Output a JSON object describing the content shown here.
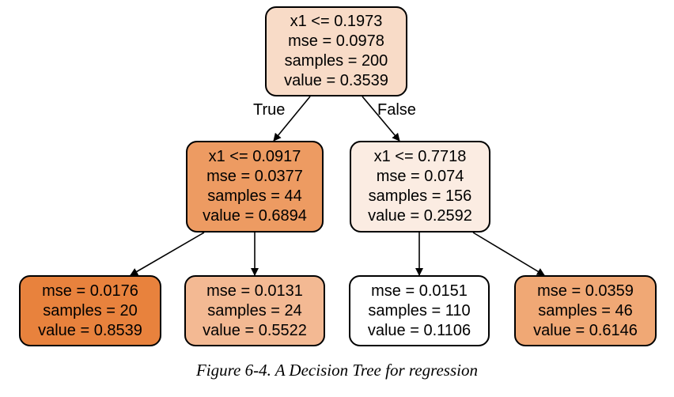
{
  "nodes": {
    "root": {
      "lines": [
        "x1 <= 0.1973",
        "mse = 0.0978",
        "samples = 200",
        "value = 0.3539"
      ],
      "fill": "#f8dbc7"
    },
    "left": {
      "lines": [
        "x1 <= 0.0917",
        "mse = 0.0377",
        "samples = 44",
        "value = 0.6894"
      ],
      "fill": "#ed9b62"
    },
    "right": {
      "lines": [
        "x1 <= 0.7718",
        "mse = 0.074",
        "samples = 156",
        "value = 0.2592"
      ],
      "fill": "#fbece2"
    },
    "ll": {
      "lines": [
        "mse = 0.0176",
        "samples = 20",
        "value = 0.8539"
      ],
      "fill": "#e8823d"
    },
    "lr": {
      "lines": [
        "mse = 0.0131",
        "samples = 24",
        "value = 0.5522"
      ],
      "fill": "#f3b993"
    },
    "rl": {
      "lines": [
        "mse = 0.0151",
        "samples = 110",
        "value = 0.1106"
      ],
      "fill": "#ffffff"
    },
    "rr": {
      "lines": [
        "mse = 0.0359",
        "samples = 46",
        "value = 0.6146"
      ],
      "fill": "#f0a875"
    }
  },
  "edge_labels": {
    "true_label": "True",
    "false_label": "False"
  },
  "caption": "Figure 6-4. A Decision Tree for regression"
}
